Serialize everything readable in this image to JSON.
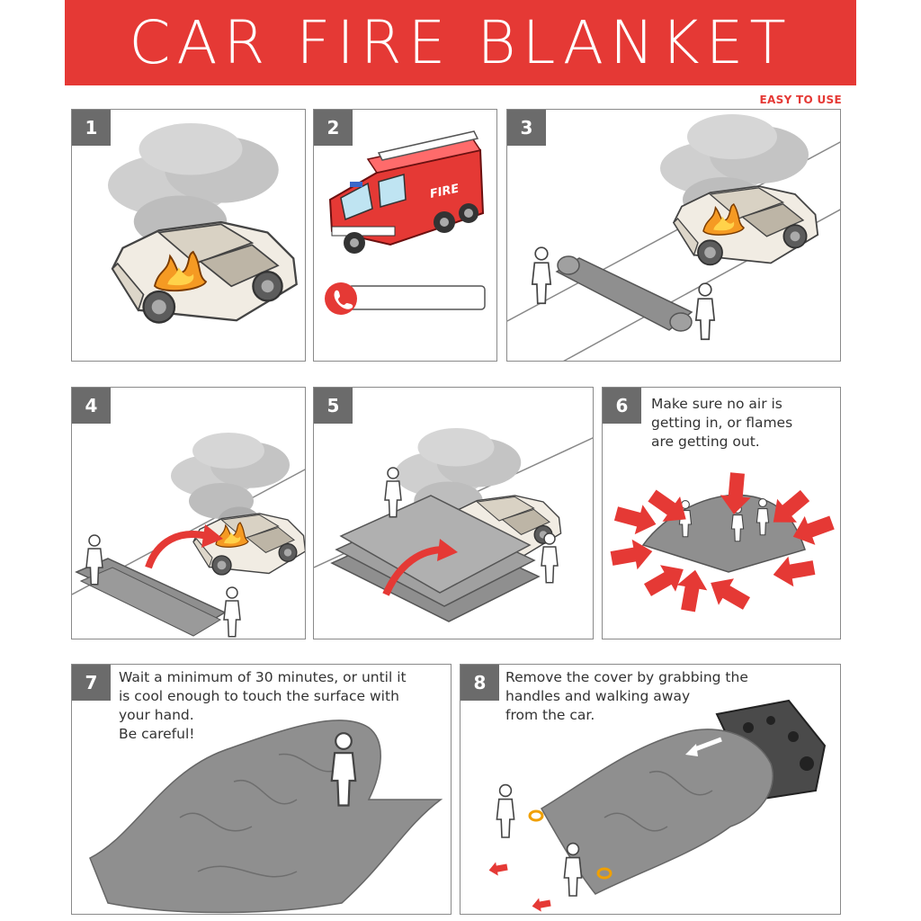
{
  "header": {
    "title": "CAR FIRE BLANKET",
    "tag": "EASY TO USE"
  },
  "steps": [
    {
      "number": "1",
      "caption": ""
    },
    {
      "number": "2",
      "caption": "",
      "truck_label": "FIRE"
    },
    {
      "number": "3",
      "caption": ""
    },
    {
      "number": "4",
      "caption": ""
    },
    {
      "number": "5",
      "caption": ""
    },
    {
      "number": "6",
      "caption": "Make sure no air is\ngetting in, or flames\nare getting out."
    },
    {
      "number": "7",
      "caption": "Wait a minimum of 30 minutes, or until it\nis cool enough to touch the surface with\nyour hand.\nBe careful!"
    },
    {
      "number": "8",
      "caption": "Remove the cover by grabbing the\nhandles and walking away\nfrom the car."
    }
  ],
  "colors": {
    "brand_red": "#e53935",
    "badge_gray": "#6b6b6b",
    "blanket_gray": "#8f8f8f",
    "smoke_gray": "#c9c9c9",
    "flame_orange": "#f59a23"
  },
  "icons": [
    "smoke-icon",
    "flame-icon",
    "car-icon",
    "fire-truck-icon",
    "phone-icon",
    "person-icon",
    "arrow-icon"
  ]
}
